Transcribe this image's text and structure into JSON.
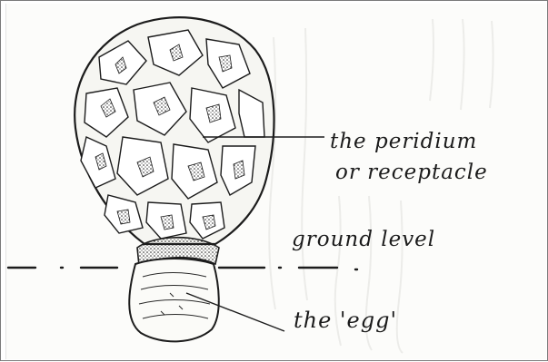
{
  "labels": {
    "peridium_line1": "the peridium",
    "peridium_line2": "or receptacle",
    "ground": "ground level",
    "egg": "the 'egg'"
  },
  "colors": {
    "ink": "#1c1c1c",
    "paper": "#fcfcfa",
    "ghost_text": "#d9d9d6"
  }
}
